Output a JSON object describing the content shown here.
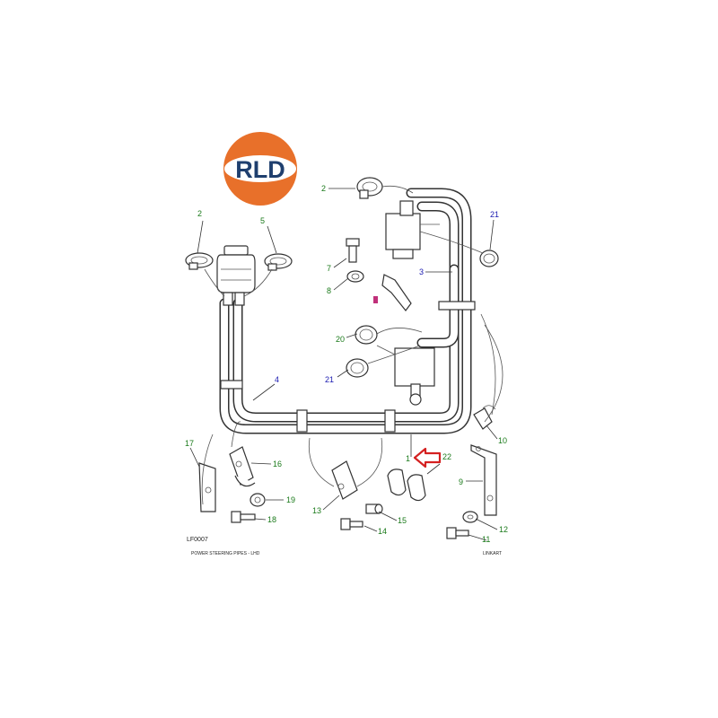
{
  "logo": {
    "text": "RLD",
    "ring_color": "#e8702a",
    "text_color": "#1f3f6e"
  },
  "diagram": {
    "code": "LF0007",
    "caption_left": "POWER STEERING PIPES - LHD",
    "caption_right": "LINKART",
    "callout_colors": {
      "green": "#1a7a1a",
      "blue": "#1a1ab0",
      "arrow": "#d42020"
    },
    "callouts": [
      {
        "id": "c2a",
        "text": "2",
        "color": "green"
      },
      {
        "id": "c5",
        "text": "5",
        "color": "green"
      },
      {
        "id": "c2b",
        "text": "2",
        "color": "green"
      },
      {
        "id": "c21a",
        "text": "21",
        "color": "blue"
      },
      {
        "id": "c7",
        "text": "7",
        "color": "green"
      },
      {
        "id": "c8",
        "text": "8",
        "color": "green"
      },
      {
        "id": "c3",
        "text": "3",
        "color": "blue"
      },
      {
        "id": "c20",
        "text": "20",
        "color": "green"
      },
      {
        "id": "c21b",
        "text": "21",
        "color": "blue"
      },
      {
        "id": "c4",
        "text": "4",
        "color": "blue"
      },
      {
        "id": "c10",
        "text": "10",
        "color": "green"
      },
      {
        "id": "c17",
        "text": "17",
        "color": "green"
      },
      {
        "id": "c16",
        "text": "16",
        "color": "green"
      },
      {
        "id": "c1",
        "text": "1",
        "color": "green"
      },
      {
        "id": "c22",
        "text": "22",
        "color": "green"
      },
      {
        "id": "c9",
        "text": "9",
        "color": "green"
      },
      {
        "id": "c19",
        "text": "19",
        "color": "green"
      },
      {
        "id": "c18",
        "text": "18",
        "color": "green"
      },
      {
        "id": "c13",
        "text": "13",
        "color": "green"
      },
      {
        "id": "c15",
        "text": "15",
        "color": "green"
      },
      {
        "id": "c14",
        "text": "14",
        "color": "green"
      },
      {
        "id": "c12",
        "text": "12",
        "color": "green"
      },
      {
        "id": "c11",
        "text": "11",
        "color": "green"
      }
    ]
  }
}
